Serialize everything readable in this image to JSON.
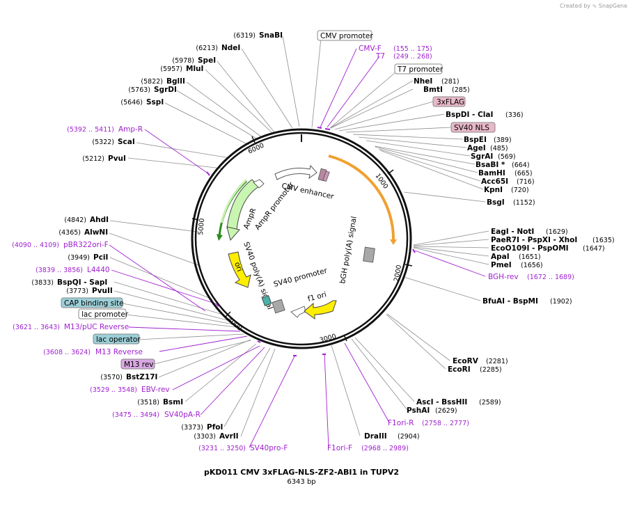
{
  "credit": "Created by ∿ SnapGene",
  "title": "pKD011 CMV 3xFLAG-NLS-ZF2-ABI1 in TUPV2",
  "subtitle": "6343 bp",
  "ticks": [
    "1000",
    "2000",
    "3000",
    "4000",
    "5000",
    "6000"
  ],
  "sites": [
    {
      "pos": "(6319)",
      "name": "SnaBI"
    },
    {
      "pos": "(6213)",
      "name": "NdeI"
    },
    {
      "pos": "(5978)",
      "name": "SpeI"
    },
    {
      "pos": "(5957)",
      "name": "MluI"
    },
    {
      "pos": "(5822)",
      "name": "BglII"
    },
    {
      "pos": "(5763)",
      "name": "SgrDI"
    },
    {
      "pos": "(5646)",
      "name": "SspI"
    },
    {
      "pos": "(5322)",
      "name": "ScaI"
    },
    {
      "pos": "(5212)",
      "name": "PvuI"
    },
    {
      "pos": "(4842)",
      "name": "AhdI"
    },
    {
      "pos": "(4365)",
      "name": "AlwNI"
    },
    {
      "pos": "(3949)",
      "name": "PciI"
    },
    {
      "pos": "(3833)",
      "name": "BspQI  - SapI"
    },
    {
      "pos": "(3773)",
      "name": "PvuII"
    },
    {
      "pos": "(3570)",
      "name": "BstZ17I"
    },
    {
      "pos": "(3518)",
      "name": "BsmI"
    },
    {
      "pos": "(3373)",
      "name": "PfoI"
    },
    {
      "pos": "(3303)",
      "name": "AvrII"
    },
    {
      "pos": "(281)",
      "name": "NheI"
    },
    {
      "pos": "(285)",
      "name": "BmtI"
    },
    {
      "pos": "(336)",
      "name": "BspDI  - ClaI"
    },
    {
      "pos": "(389)",
      "name": "BspEI"
    },
    {
      "pos": "(485)",
      "name": "AgeI"
    },
    {
      "pos": "(569)",
      "name": "SgrAI"
    },
    {
      "pos": "(664)",
      "name": "BsaBI *"
    },
    {
      "pos": "(665)",
      "name": "BamHI"
    },
    {
      "pos": "(716)",
      "name": "Acc65I"
    },
    {
      "pos": "(720)",
      "name": "KpnI"
    },
    {
      "pos": "(1152)",
      "name": "BsgI"
    },
    {
      "pos": "(1629)",
      "name": "EagI  - NotI"
    },
    {
      "pos": "(1635)",
      "name": "PaeR7I  - PspXI  - XhoI"
    },
    {
      "pos": "(1647)",
      "name": "EcoO109I  - PspOMI"
    },
    {
      "pos": "(1651)",
      "name": "ApaI"
    },
    {
      "pos": "(1656)",
      "name": "PmeI"
    },
    {
      "pos": "(1902)",
      "name": "BfuAI  - BspMI"
    },
    {
      "pos": "(2281)",
      "name": "EcoRV"
    },
    {
      "pos": "(2285)",
      "name": "EcoRI"
    },
    {
      "pos": "(2589)",
      "name": "AscI  - BssHII"
    },
    {
      "pos": "(2629)",
      "name": "PshAI"
    },
    {
      "pos": "(2904)",
      "name": "DraIII"
    }
  ],
  "primers": [
    {
      "range": "(155 .. 175)",
      "name": "CMV-F"
    },
    {
      "range": "(249 .. 268)",
      "name": "T7"
    },
    {
      "range": "(5392 .. 5411)",
      "name": "Amp-R"
    },
    {
      "range": "(4090 .. 4109)",
      "name": "pBR322ori-F"
    },
    {
      "range": "(3839 .. 3856)",
      "name": "L4440"
    },
    {
      "range": "(3621 .. 3643)",
      "name": "M13/pUC Reverse"
    },
    {
      "range": "(3608 .. 3624)",
      "name": "M13 Reverse"
    },
    {
      "range": "(3529 .. 3548)",
      "name": "EBV-rev"
    },
    {
      "range": "(3475 .. 3494)",
      "name": "SV40pA-R"
    },
    {
      "range": "(3231 .. 3250)",
      "name": "SV40pro-F"
    },
    {
      "range": "(1672 .. 1689)",
      "name": "BGH-rev"
    },
    {
      "range": "(2758 .. 2777)",
      "name": "F1ori-R"
    },
    {
      "range": "(2968 .. 2989)",
      "name": "F1ori-F"
    }
  ],
  "boxed_features": [
    {
      "name": "CMV promoter"
    },
    {
      "name": "T7 promoter"
    },
    {
      "name": "3xFLAG"
    },
    {
      "name": "SV40 NLS"
    },
    {
      "name": "CAP binding site"
    },
    {
      "name": "lac promoter"
    },
    {
      "name": "lac operator"
    },
    {
      "name": "M13 rev"
    }
  ],
  "inner_features": [
    {
      "name": "CMV enhancer"
    },
    {
      "name": "AmpR"
    },
    {
      "name": "AmpR promoter"
    },
    {
      "name": "ori"
    },
    {
      "name": "SV40 poly(A) signal"
    },
    {
      "name": "SV40 promoter"
    },
    {
      "name": "f1 ori"
    },
    {
      "name": "bGH poly(A) signal"
    }
  ],
  "colors": {
    "purple": "#a020d0",
    "orange": "#f0a030",
    "green": "#2e8b20",
    "yellow": "#ffee00",
    "pink": "#e8b8c8",
    "teal": "#9ccfd8",
    "grey": "#a8a8a8"
  }
}
